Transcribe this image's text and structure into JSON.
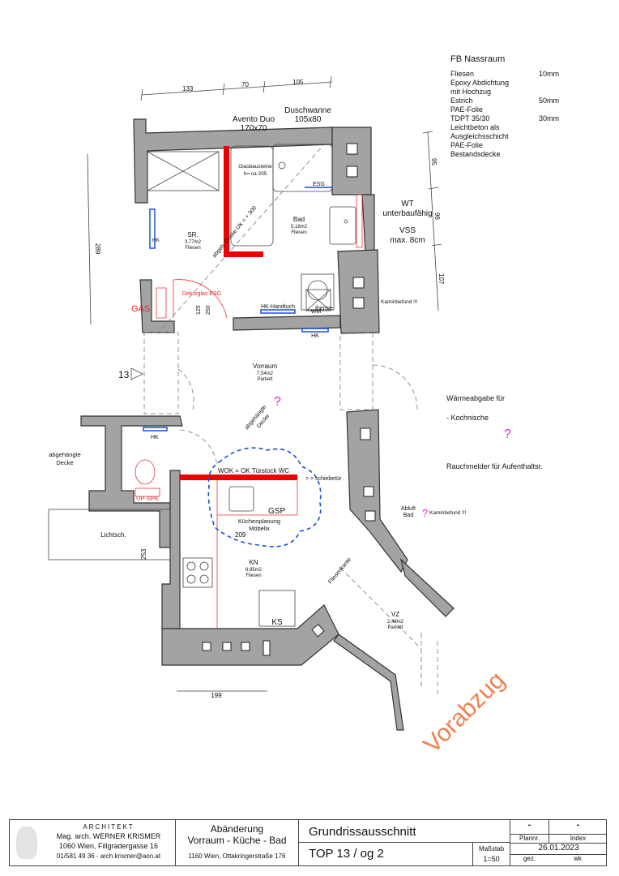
{
  "dimensions": {
    "top": [
      "133",
      "70",
      "105"
    ],
    "left_bath": "289",
    "right": [
      "95",
      "96",
      "107"
    ],
    "door_heights": [
      "125",
      "250"
    ],
    "kitchen_width": "209",
    "kitchen_height": "253",
    "bottom": "199"
  },
  "fixtures": {
    "bathtub": "Avento Duo",
    "bathtub_size": "170x70",
    "shower": "Duschwanne",
    "shower_size": "105x80",
    "glass_blocks": "Glasbausteine",
    "glass_blocks_height": "h= ca 205",
    "esg": "ESG",
    "ceiling_note": "abgeh. Decke UK = + 300",
    "hk": "HK",
    "hk_towel": "HK-Handtuch",
    "wm": "WM",
    "therme": "therme",
    "decor_glass": "Dekorglas ESG",
    "gas": "GAS",
    "chimney": "Kaminbefund !!!",
    "wt_note_1": "WT",
    "wt_note_2": "unterbaufähig",
    "vss_1": "VSS",
    "vss_2": "max. 8cm",
    "door_number": "13",
    "wok": "WOK = OK Türstock WC",
    "sliding_door": "> > schiebetür",
    "gsp": "GSP",
    "kitchen_plan_1": "Küchenplanung",
    "kitchen_plan_2": "Möbelix",
    "ks": "KS",
    "tile_edge": "Fliesenkante",
    "suspended_1": "abgehängte",
    "suspended_2": "Decke",
    "up_spk": "UP-SPK",
    "light_shaft": "Lichtsch.",
    "exhaust_1": "Abluft",
    "exhaust_2": "Bad",
    "question": "?"
  },
  "rooms": [
    {
      "name": "SR.",
      "area": "3,77m2",
      "floor": "Fliesen"
    },
    {
      "name": "Bad",
      "area": "5,18m2",
      "floor": "Fliesen"
    },
    {
      "name": "Vorraum",
      "area": "7,54m2",
      "floor": "Parkett"
    },
    {
      "name": "KN",
      "area": "6,95m2",
      "floor": "Fliesen"
    },
    {
      "name": "VZ",
      "area": "2,48m2",
      "floor": "Parkett"
    }
  ],
  "floor_buildup": {
    "title": "FB Nassraum",
    "layers": [
      {
        "name": "Fliesen",
        "thickness": "10mm"
      },
      {
        "name": "Epoxy Abdichtung",
        "thickness": ""
      },
      {
        "name": "mit Hochzug",
        "thickness": ""
      },
      {
        "name": "Estrich",
        "thickness": "50mm"
      },
      {
        "name": "PAE-Folie",
        "thickness": ""
      },
      {
        "name": "TDPT 35/30",
        "thickness": "30mm"
      },
      {
        "name": "Leichtbeton als",
        "thickness": ""
      },
      {
        "name": "Ausgleichsschicht",
        "thickness": ""
      },
      {
        "name": "PAE-Folie",
        "thickness": ""
      },
      {
        "name": "Bestandsdecke",
        "thickness": ""
      }
    ]
  },
  "notes": {
    "heat_1": "Wärmeabgabe für",
    "heat_2": "- Kochnische",
    "smoke": "Rauchmelder für Aufenthaltsr.",
    "watermark": "Vorabzug"
  },
  "title_block": {
    "architect_label": "ARCHITEKT",
    "architect_name": "Mag. arch. WERNER KRISMER",
    "architect_address": "1060 Wien, Fillgradergasse 16",
    "architect_contact": "01/581 49 36 - arch.krismer@aon.at",
    "project_1": "Abänderung",
    "project_2": "Vorraum - Küche - Bad",
    "project_address": "1160 Wien, Ottakringerstraße 176",
    "drawing_title": "Grundrissausschnitt",
    "unit": "TOP 13 / og 2",
    "scale_label": "Maßstab",
    "scale": "1=50",
    "plan_no": "-",
    "index": "-",
    "plan_no_label": "Plannr.",
    "index_label": "Index",
    "date": "26.01.2023",
    "drawn_label": "gez.",
    "drawn_by": "wk"
  },
  "colors": {
    "wall": "#a3a3a3",
    "red": "#e00000",
    "blue": "#1a4fd6",
    "magenta": "#e020e0",
    "watermark": "#f08050"
  }
}
